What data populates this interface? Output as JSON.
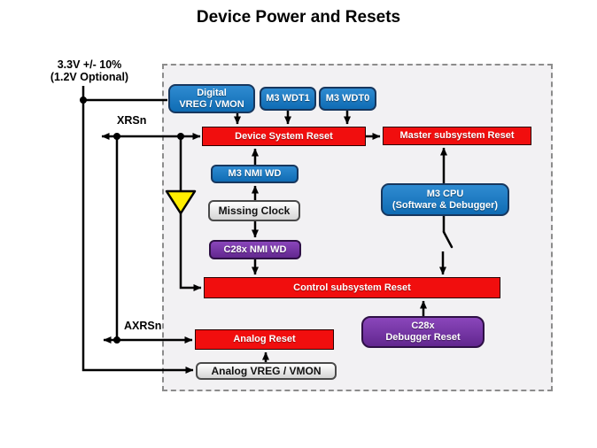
{
  "title": "Device Power and Resets",
  "labels": {
    "supply_line1": "3.3V +/- 10%",
    "supply_line2": "(1.2V Optional)",
    "xrsn": "XRSn",
    "axrsn": "AXRSn"
  },
  "nodes": {
    "digital_vreg": {
      "line1": "Digital",
      "line2": "VREG / VMON"
    },
    "m3_wdt1": {
      "label": "M3 WDT1"
    },
    "m3_wdt0": {
      "label": "M3 WDT0"
    },
    "device_system_reset": {
      "label": "Device System Reset"
    },
    "master_subsystem_reset": {
      "label": "Master subsystem Reset"
    },
    "m3_nmi_wd": {
      "label": "M3 NMI WD"
    },
    "missing_clock": {
      "label": "Missing Clock"
    },
    "c28x_nmi_wd": {
      "label": "C28x NMI WD"
    },
    "m3_cpu": {
      "line1": "M3 CPU",
      "line2": "(Software & Debugger)"
    },
    "control_subsystem_reset": {
      "label": "Control subsystem Reset"
    },
    "c28x_debugger_reset": {
      "line1": "C28x",
      "line2": "Debugger Reset"
    },
    "analog_reset": {
      "label": "Analog Reset"
    },
    "analog_vreg": {
      "label": "Analog VREG / VMON"
    }
  },
  "colors": {
    "blue": "#1777c0",
    "red": "#f10e0e",
    "purple": "#7030a0",
    "gray_box": "#e6e6e6",
    "yellow": "#ffee00",
    "frame_bg": "#f2f1f3",
    "frame_border": "#8c8c8c",
    "wire": "#000000"
  }
}
